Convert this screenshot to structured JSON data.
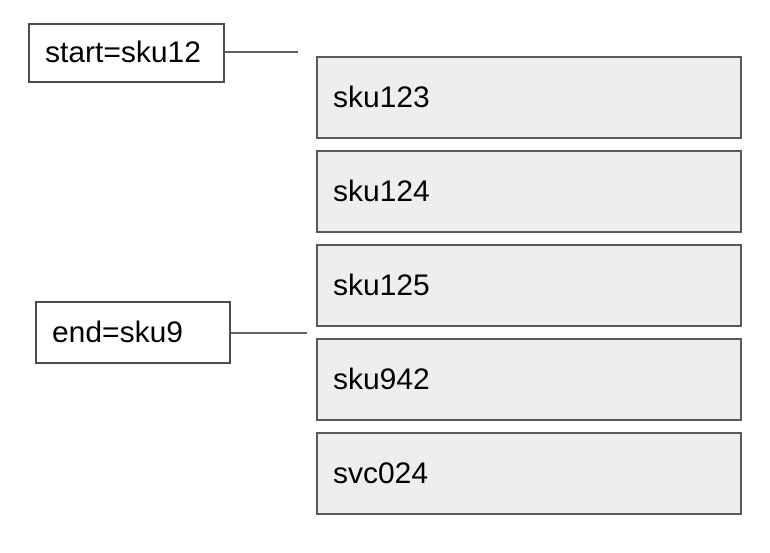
{
  "diagram": {
    "labels": {
      "start": {
        "text": "start=sku12"
      },
      "end": {
        "text": "end=sku9"
      }
    },
    "nodes": [
      {
        "label": "sku123"
      },
      {
        "label": "sku124"
      },
      {
        "label": "sku125"
      },
      {
        "label": "sku942"
      },
      {
        "label": "svc024"
      }
    ],
    "colors": {
      "node_fill": "#eeeeee",
      "node_border": "#595959",
      "label_fill": "#ffffff",
      "label_border": "#4d4d4d",
      "connector": "#616161",
      "text": "#000000",
      "background": "#ffffff"
    }
  }
}
